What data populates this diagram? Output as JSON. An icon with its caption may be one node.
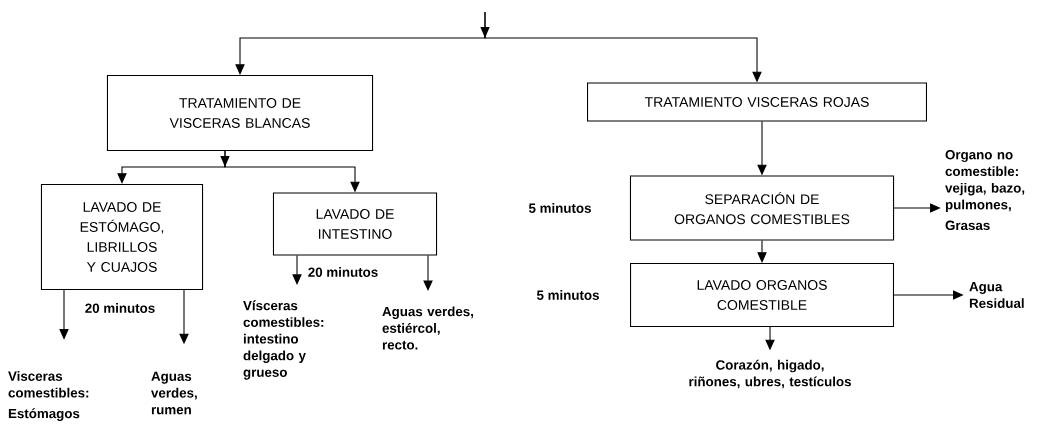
{
  "diagram": {
    "nodes": [
      {
        "text": [
          "TRATAMIENTO DE VISCERAS BLANCAS"
        ]
      },
      {
        "text": [
          "TRATAMIENTO VISCERAS ROJAS"
        ]
      },
      {
        "text": [
          "LAVADO DE ESTÓMAGO, LIBRILLOS Y CUAJOS"
        ],
        "beside": [
          "20 minutos"
        ]
      },
      {
        "text": [
          "LAVADO DE INTESTINO"
        ],
        "beside": [
          "20 minutos"
        ]
      },
      {
        "text": [
          "SEPARACIÓN DE ORGANOS COMESTIBLES"
        ],
        "beside": [
          "5 minutos"
        ]
      },
      {
        "text": [
          "Organo no comestible: vejiga, bazo, pulmones,",
          "Grasas"
        ]
      },
      {
        "text": [
          "LAVADO ORGANOS COMESTIBLE"
        ],
        "beside": [
          "5 minutos"
        ]
      },
      {
        "text": [
          "Agua Residual"
        ]
      },
      {
        "text": [
          "Corazón, higado, riñones, ubres, testículos"
        ]
      },
      {
        "text": [
          "Visceras comestibles:",
          "Estómagos"
        ]
      },
      {
        "text": [
          "Aguas verdes, rumen"
        ]
      },
      {
        "text": [
          "Vísceras comestibles: intestino delgado y grueso"
        ]
      },
      {
        "text": [
          "Aguas verdes, estiércol, recto."
        ]
      }
    ],
    "edges": [
      {
        "from": null,
        "to": 0,
        "arrow": "to"
      },
      {
        "from": null,
        "to": 1,
        "arrow": "to"
      },
      {
        "from": 0,
        "to": 2,
        "arrow": "to"
      },
      {
        "from": 0,
        "to": 3,
        "arrow": "to"
      },
      {
        "from": 2,
        "to": 9,
        "arrow": "to"
      },
      {
        "from": 2,
        "to": 10,
        "arrow": "to"
      },
      {
        "from": 3,
        "to": 11,
        "arrow": "to"
      },
      {
        "from": 3,
        "to": 12,
        "arrow": "to"
      },
      {
        "from": 1,
        "to": 4,
        "arrow": "to"
      },
      {
        "from": 4,
        "to": 5,
        "arrow": "to"
      },
      {
        "from": 4,
        "to": 6,
        "arrow": "to"
      },
      {
        "from": 6,
        "to": 7,
        "arrow": "to"
      },
      {
        "from": 6,
        "to": 8,
        "arrow": "to"
      }
    ]
  }
}
